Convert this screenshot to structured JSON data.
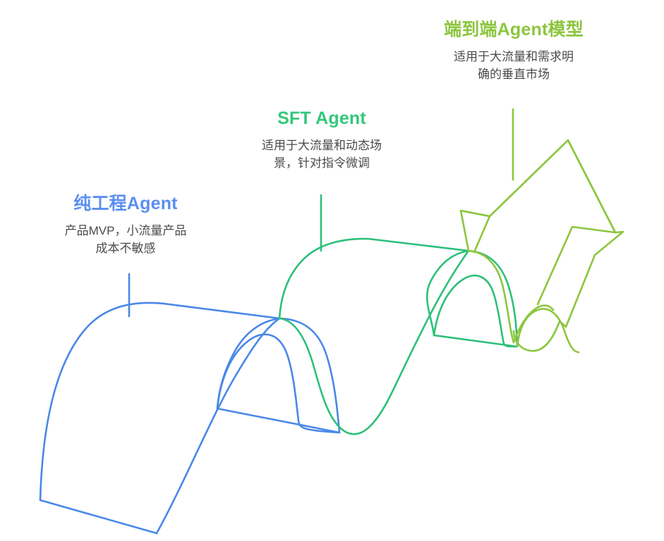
{
  "diagram": {
    "title_text": "",
    "type": "3d-perspective-step-arrow",
    "colors": {
      "stage_1": "#4a88e8",
      "stage_2": "#2dc07a",
      "stage_3": "#8cc63e",
      "body_text": "#4a4a4a",
      "background": "#ffffff"
    },
    "stages": [
      {
        "id": "stage-1",
        "title": "纯工程Agent",
        "color": "#5b8ff2",
        "description_lines": [
          "产品MVP，小流量产品",
          "成本不敏感"
        ]
      },
      {
        "id": "stage-2",
        "title": "SFT Agent",
        "color": "#34c77b",
        "description_lines": [
          "适用于大流量和动态场",
          "景，针对指令微调"
        ]
      },
      {
        "id": "stage-3",
        "title": "端到端Agent模型",
        "color": "#8cc63e",
        "description_lines": [
          "适用于大流量和需求明",
          "确的垂直市场"
        ]
      }
    ]
  }
}
